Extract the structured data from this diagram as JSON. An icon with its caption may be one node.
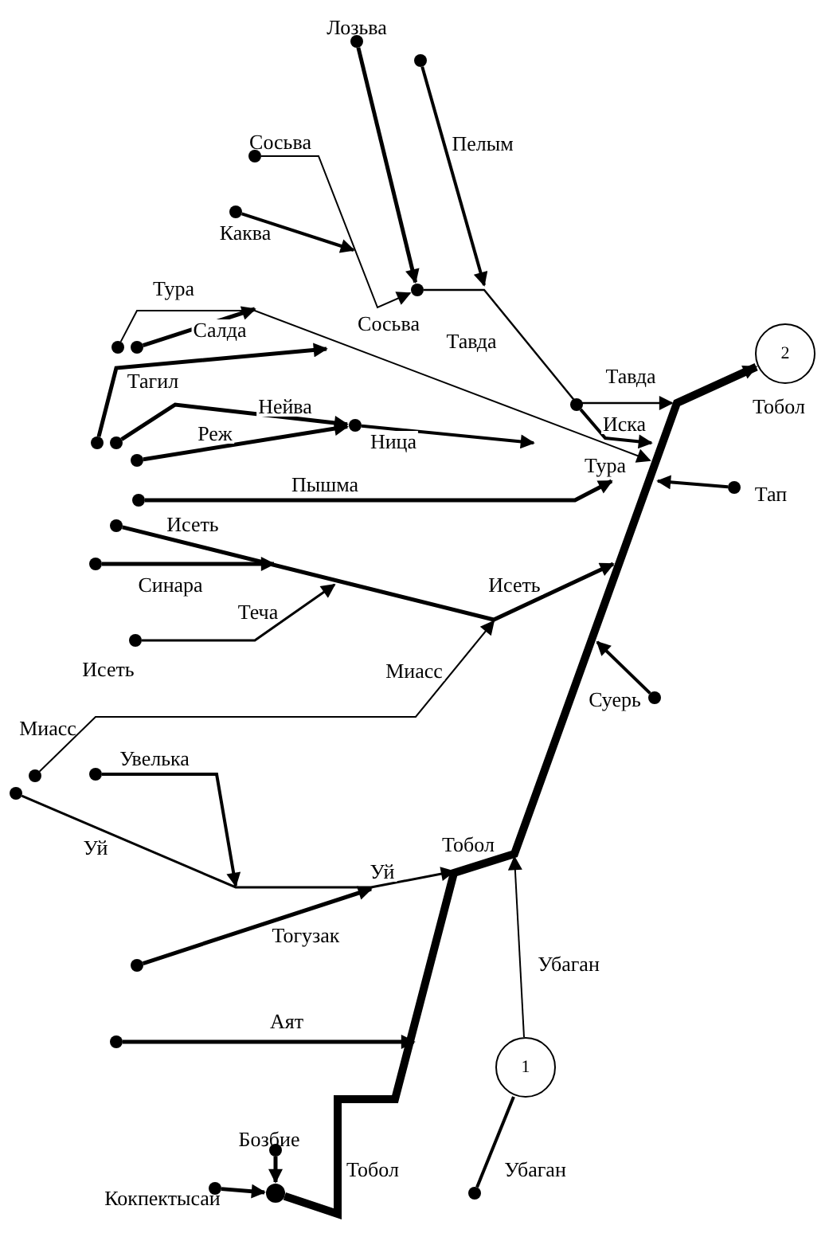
{
  "diagram": {
    "nodes": [
      {
        "text": [],
        "shape": "circle",
        "beside": [
          "Лозьва"
        ]
      },
      {
        "text": [],
        "shape": "circle"
      },
      {
        "text": [],
        "shape": "circle",
        "beside": [
          "Сосьва"
        ]
      },
      {
        "text": [],
        "shape": "circle",
        "beside": [
          "Каква"
        ]
      },
      {
        "text": [],
        "shape": "circle"
      },
      {
        "text": [],
        "shape": "circle",
        "beside": [
          "Тура"
        ]
      },
      {
        "text": [],
        "shape": "circle"
      },
      {
        "text": [
          "2"
        ],
        "beside": [
          "Тобол"
        ]
      },
      {
        "text": [],
        "shape": "circle"
      },
      {
        "text": [],
        "shape": "circle"
      },
      {
        "text": [],
        "shape": "circle"
      },
      {
        "text": [],
        "shape": "circle"
      },
      {
        "text": [],
        "shape": "circle"
      },
      {
        "text": [],
        "shape": "circle",
        "beside": [
          "Тап"
        ]
      },
      {
        "text": [],
        "shape": "circle"
      },
      {
        "text": [],
        "shape": "circle"
      },
      {
        "text": [],
        "shape": "circle"
      },
      {
        "text": [],
        "shape": "circle"
      },
      {
        "text": [],
        "shape": "circle",
        "beside": [
          "Суерь"
        ]
      },
      {
        "text": [],
        "shape": "circle",
        "beside": [
          "Увелька"
        ]
      },
      {
        "text": [],
        "shape": "circle",
        "beside": [
          "Миасс"
        ]
      },
      {
        "text": [],
        "shape": "circle"
      },
      {
        "text": [],
        "shape": "circle"
      },
      {
        "text": [],
        "shape": "circle"
      },
      {
        "text": [
          "1"
        ]
      },
      {
        "text": [],
        "shape": "circle",
        "beside": [
          "Бозбие"
        ]
      },
      {
        "text": [],
        "shape": "circle",
        "beside": [
          "Кокпектысай"
        ]
      },
      {
        "text": [],
        "shape": "circle"
      },
      {
        "text": [],
        "shape": "circle",
        "beside": [
          "Убаган"
        ]
      }
    ],
    "edges": [
      {
        "from": 0,
        "to": 4,
        "arrow": "to"
      },
      {
        "from": 1,
        "to": null,
        "arrow": "to",
        "label": "Пелым"
      },
      {
        "from": 2,
        "to": 4,
        "arrow": "to",
        "label": "Сосьва"
      },
      {
        "from": 3,
        "to": null,
        "arrow": "to"
      },
      {
        "from": 4,
        "to": null,
        "arrow": "to",
        "label": "Тавда"
      },
      {
        "from": 5,
        "to": null,
        "arrow": "to",
        "label": "Тура"
      },
      {
        "from": 6,
        "to": null,
        "arrow": "to",
        "label": "Салда"
      },
      {
        "from": 10,
        "to": null,
        "arrow": "to",
        "label": "Тагил"
      },
      {
        "from": 11,
        "to": 9,
        "arrow": "to",
        "label": "Нейва"
      },
      {
        "from": 12,
        "to": 9,
        "arrow": "to",
        "label": "Реж"
      },
      {
        "from": 9,
        "to": null,
        "arrow": "to",
        "label": "Ница"
      },
      {
        "from": 8,
        "to": null,
        "arrow": "to",
        "label": "Иска"
      },
      {
        "from": 13,
        "to": null,
        "arrow": "to"
      },
      {
        "from": 14,
        "to": null,
        "arrow": "to",
        "label": "Пышма"
      },
      {
        "from": 15,
        "to": null,
        "arrow": "to",
        "label": "Исеть"
      },
      {
        "from": 16,
        "to": null,
        "arrow": "to",
        "label": "Синара"
      },
      {
        "from": 17,
        "to": null,
        "arrow": "to",
        "label": "Теча"
      },
      {
        "from": 20,
        "to": null,
        "arrow": "to",
        "label": "Миасс"
      },
      {
        "from": 18,
        "to": null,
        "arrow": "to"
      },
      {
        "from": 19,
        "to": null,
        "arrow": "to"
      },
      {
        "from": 21,
        "to": null,
        "arrow": "to",
        "label": "Уй"
      },
      {
        "from": 22,
        "to": null,
        "arrow": "to",
        "label": "Тогузак"
      },
      {
        "from": 23,
        "to": null,
        "arrow": "to",
        "label": "Аят"
      },
      {
        "from": 25,
        "to": 27,
        "arrow": "to"
      },
      {
        "from": 26,
        "to": 27,
        "arrow": "to"
      },
      {
        "from": 27,
        "to": 7,
        "arrow": "to",
        "style": "thick",
        "label": "Тобол"
      },
      {
        "from": 28,
        "to": 24,
        "arrow": "none"
      },
      {
        "from": 24,
        "to": null,
        "arrow": "to",
        "label": "Убаган"
      }
    ],
    "labels": [
      "Тавда",
      "Исеть",
      "Исеть",
      "Уй",
      "Тобол"
    ]
  }
}
